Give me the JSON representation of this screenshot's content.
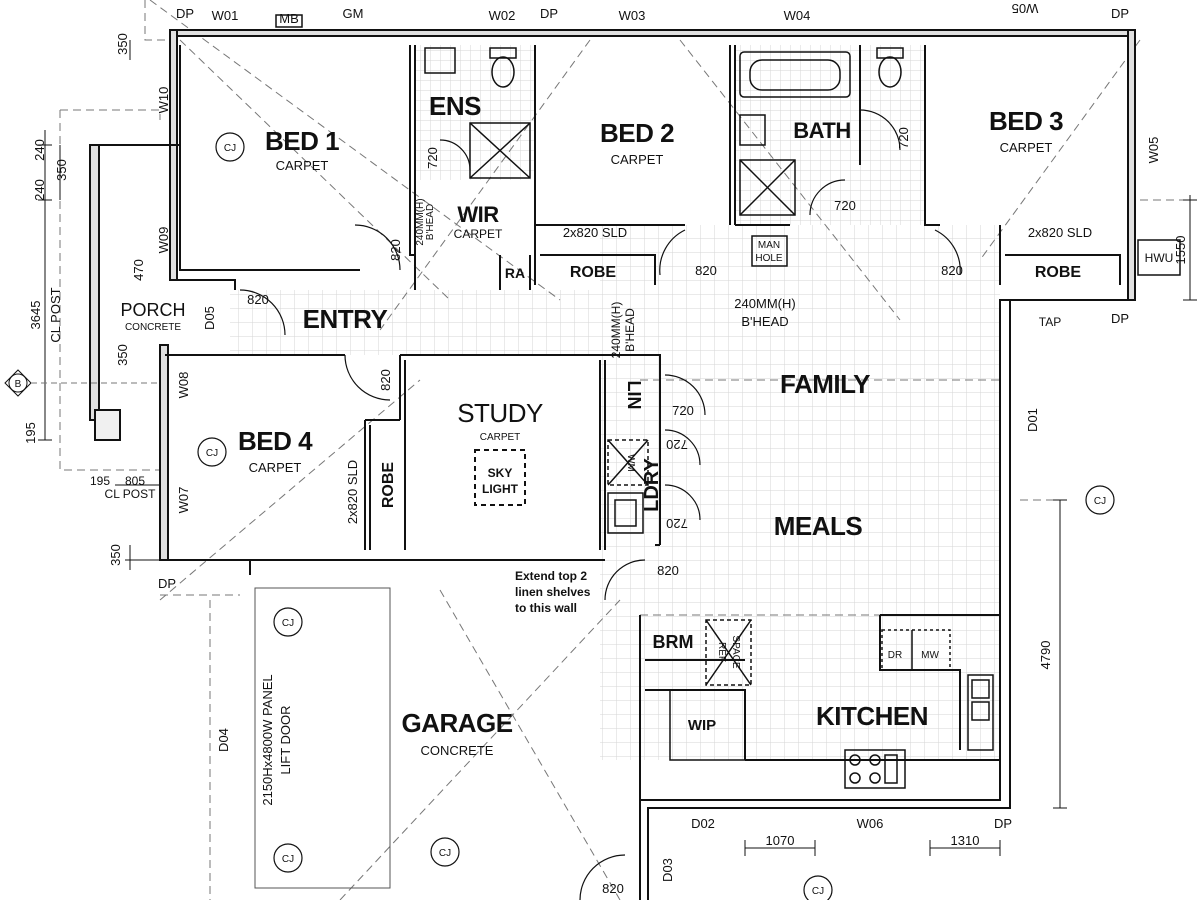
{
  "rooms": {
    "bed1": {
      "name": "BED 1",
      "floor": "CARPET"
    },
    "bed2": {
      "name": "BED 2",
      "floor": "CARPET"
    },
    "bed3": {
      "name": "BED 3",
      "floor": "CARPET"
    },
    "bed4": {
      "name": "BED 4",
      "floor": "CARPET"
    },
    "study": {
      "name": "STUDY",
      "floor": "CARPET"
    },
    "garage": {
      "name": "GARAGE",
      "floor": "CONCRETE"
    },
    "porch": {
      "name": "PORCH",
      "floor": "CONCRETE"
    },
    "wir": {
      "name": "WIR",
      "floor": "CARPET"
    },
    "ens": {
      "name": "ENS"
    },
    "bath": {
      "name": "BATH"
    },
    "entry": {
      "name": "ENTRY"
    },
    "family": {
      "name": "FAMILY"
    },
    "meals": {
      "name": "MEALS"
    },
    "kitchen": {
      "name": "KITCHEN"
    },
    "lin": {
      "name": "LIN"
    },
    "ldry": {
      "name": "LDRY"
    },
    "brm": {
      "name": "BRM"
    },
    "wip": {
      "name": "WIP"
    },
    "robe2": {
      "name": "ROBE"
    },
    "robe3": {
      "name": "ROBE"
    },
    "robe4": {
      "name": "ROBE"
    },
    "ra": {
      "name": "RA"
    }
  },
  "windows": [
    "W01",
    "W02",
    "W03",
    "W04",
    "W05",
    "W05",
    "W06",
    "W07",
    "W08",
    "W09",
    "W10"
  ],
  "doors": [
    "D01",
    "D02",
    "D03",
    "D04",
    "D05"
  ],
  "top_labels": {
    "dp": "DP",
    "mb": "MB",
    "gm": "GM"
  },
  "door_widths": {
    "d720": "720",
    "d820": "820"
  },
  "slider_labels": {
    "bed2": "2x820 SLD",
    "bed3": "2x820 SLD",
    "bed4": "2x820 SLD"
  },
  "bulkheads": {
    "b1": "240MM(H)",
    "b1_sub": "B'HEAD",
    "b2": "240MM(H)",
    "b2_sub": "B'HEAD",
    "b3": "240MM(H)",
    "b3_sub": "B'HEAD"
  },
  "fixtures": {
    "manhole_1": "MAN",
    "manhole_2": "HOLE",
    "skylight_1": "SKY",
    "skylight_2": "LIGHT",
    "hwu": "HWU",
    "tap": "TAP",
    "dr": "DR",
    "mw": "MW",
    "ref_1": "REF",
    "ref_2": "SPACE",
    "cj": "CJ",
    "wm": "WM",
    "section_marker": "B"
  },
  "garage_door": {
    "line1": "2150Hx4800W PANEL",
    "line2": "LIFT DOOR"
  },
  "note": {
    "line1": "Extend top 2",
    "line2": "linen shelves",
    "line3": "to this wall"
  },
  "dimensions": {
    "left_350_top": "350",
    "left_240_a": "240",
    "left_240_b": "240",
    "left_350_b": "350",
    "left_470": "470",
    "left_3645": "3645",
    "left_cl_post": "CL POST",
    "left_350_c": "350",
    "left_195": "195",
    "left_195_b": "195",
    "left_805": "805",
    "left_cl_post_b": "CL POST",
    "left_350_d": "350",
    "right_1550": "1550",
    "right_4790": "4790",
    "bottom_1070": "1070",
    "bottom_1310": "1310"
  }
}
